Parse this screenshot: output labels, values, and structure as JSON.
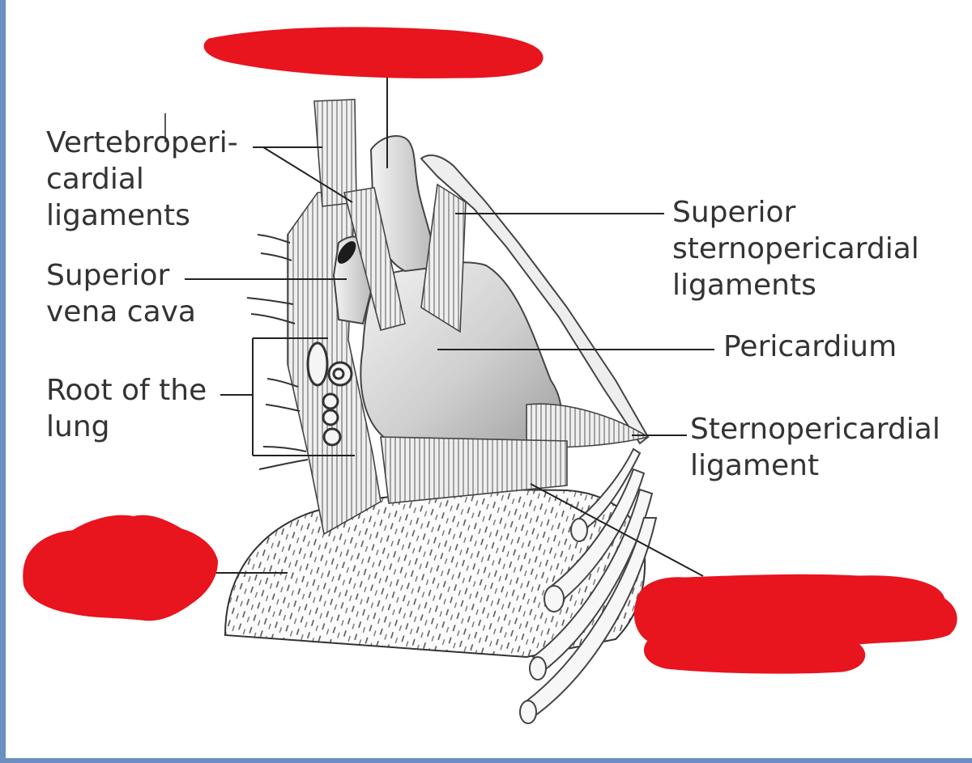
{
  "colors": {
    "redaction": "#e8141e",
    "leader": "#222222",
    "text": "#333333",
    "border": "#6a8fc0"
  },
  "labels": {
    "vertebropericardial": [
      "Vertebroperi-",
      "cardial",
      "ligaments"
    ],
    "superior_vena_cava": [
      "Superior",
      "vena cava"
    ],
    "root_of_lung": [
      "Root of the",
      "lung"
    ],
    "superior_sternopericardial": [
      "Superior",
      "sternopericardial",
      "ligaments"
    ],
    "pericardium": [
      "Pericardium"
    ],
    "sternopericardial": [
      "Sternopericardial",
      "ligament"
    ]
  },
  "redacted_labels": 3
}
